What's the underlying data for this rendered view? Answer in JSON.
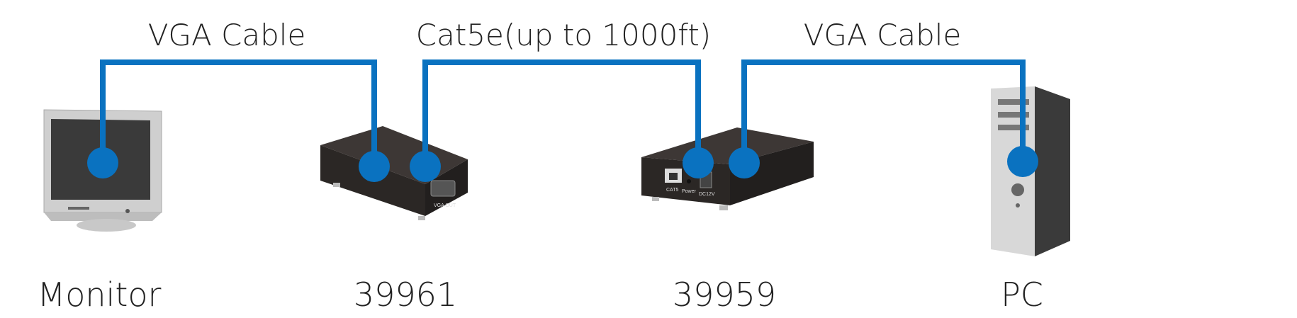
{
  "colors": {
    "cable": "#0a72c0",
    "device_dark": "#2b2725",
    "device_light": "#d9d9d9"
  },
  "cables": [
    {
      "label": "VGA Cable"
    },
    {
      "label": "Cat5e(up to 1000ft)"
    },
    {
      "label": "VGA Cable"
    }
  ],
  "devices": [
    {
      "label": "Monitor",
      "icon": "monitor-icon"
    },
    {
      "label": "39961",
      "icon": "receiver-icon",
      "port_label": "VGA OUT"
    },
    {
      "label": "39959",
      "icon": "transmitter-icon",
      "port_labels": [
        "CAT5",
        "Power",
        "DC12V"
      ]
    },
    {
      "label": "PC",
      "icon": "pc-tower-icon"
    }
  ]
}
